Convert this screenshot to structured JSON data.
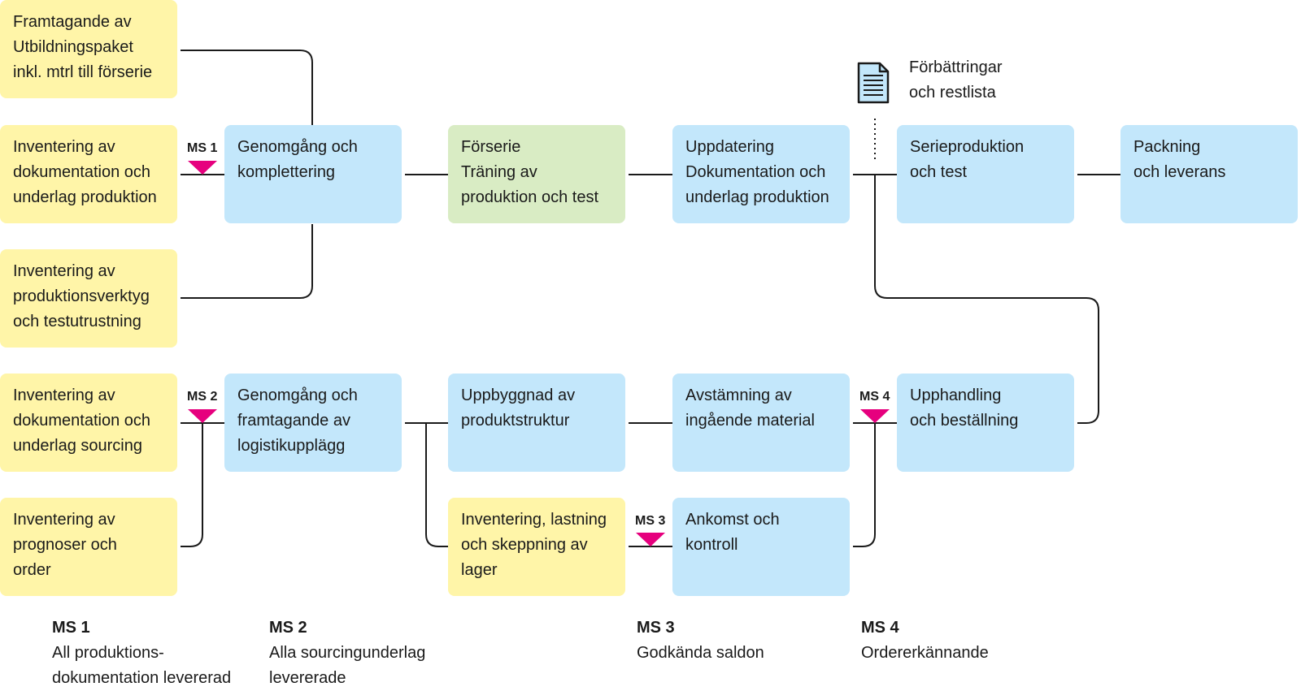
{
  "boxes": {
    "b1": "Framtagande av\nUtbildningspaket\ninkl. mtrl till förserie",
    "b2": "Inventering av\ndokumentation och\nunderlag produktion",
    "b3": "Inventering av\nproduktionsverktyg\noch testutrustning",
    "b4": "Inventering av\ndokumentation och\nunderlag sourcing",
    "b5": "Inventering av\nprognoser och\norder",
    "c1": "Genomgång och\nkomplettering",
    "c2": "Genomgång och\nframtagande av\nlogistikupplägg",
    "d1": "Förserie\nTräning av\nproduktion och test",
    "d2": "Uppbyggnad av\nproduktstruktur",
    "d3": "Inventering, lastning\noch skeppning av\nlager",
    "e1": "Uppdatering\nDokumentation och\nunderlag produktion",
    "e2": "Avstämning av\ningående material",
    "e3": "Ankomst och\nkontroll",
    "f1": "Serieproduktion\noch test",
    "f2": "Upphandling\noch beställning",
    "g1": "Packning\noch leverans"
  },
  "note": {
    "icon": "document-icon",
    "text": "Förbättringar\noch restlista"
  },
  "milestones": {
    "ms1": "MS 1",
    "ms2": "MS 2",
    "ms3": "MS 3",
    "ms4": "MS 4"
  },
  "legend": [
    {
      "ms": "MS 1",
      "desc": "All produktions-\ndokumentation levererad"
    },
    {
      "ms": "MS 2",
      "desc": "Alla sourcingunderlag\nlevererade"
    },
    {
      "ms": "MS 3",
      "desc": "Godkända saldon"
    },
    {
      "ms": "MS 4",
      "desc": "Ordererkännande"
    }
  ],
  "colors": {
    "yellow": "#fff5a8",
    "blue": "#c3e7fb",
    "green": "#d9ecc4",
    "milestone": "#e6007e",
    "line": "#1a1a1a"
  }
}
